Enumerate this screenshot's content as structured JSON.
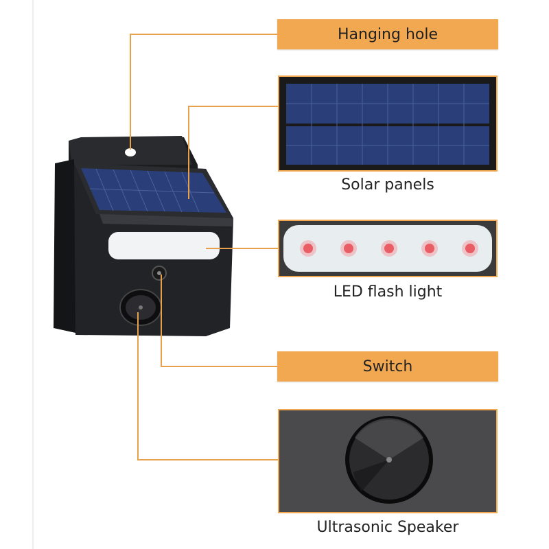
{
  "labels": {
    "hanging_hole": "Hanging hole",
    "solar_panels": "Solar panels",
    "led_flash_light": "LED flash light",
    "switch": "Switch",
    "ultrasonic_speaker": "Ultrasonic Speaker"
  },
  "colors": {
    "accent": "#f2a851",
    "leader_line": "#e8a04a",
    "label_text": "#222222",
    "device_body": "#1c1d1f",
    "solar_cell": "#2a3f7a",
    "led_glow": "#e8edf0",
    "led_red": "#e0202a"
  },
  "led_count": 5,
  "icons": {
    "device": "solar-ultrasonic-repeller-icon",
    "solar": "solar-panel-icon",
    "led": "led-light-bar-icon",
    "speaker": "speaker-cone-icon"
  }
}
